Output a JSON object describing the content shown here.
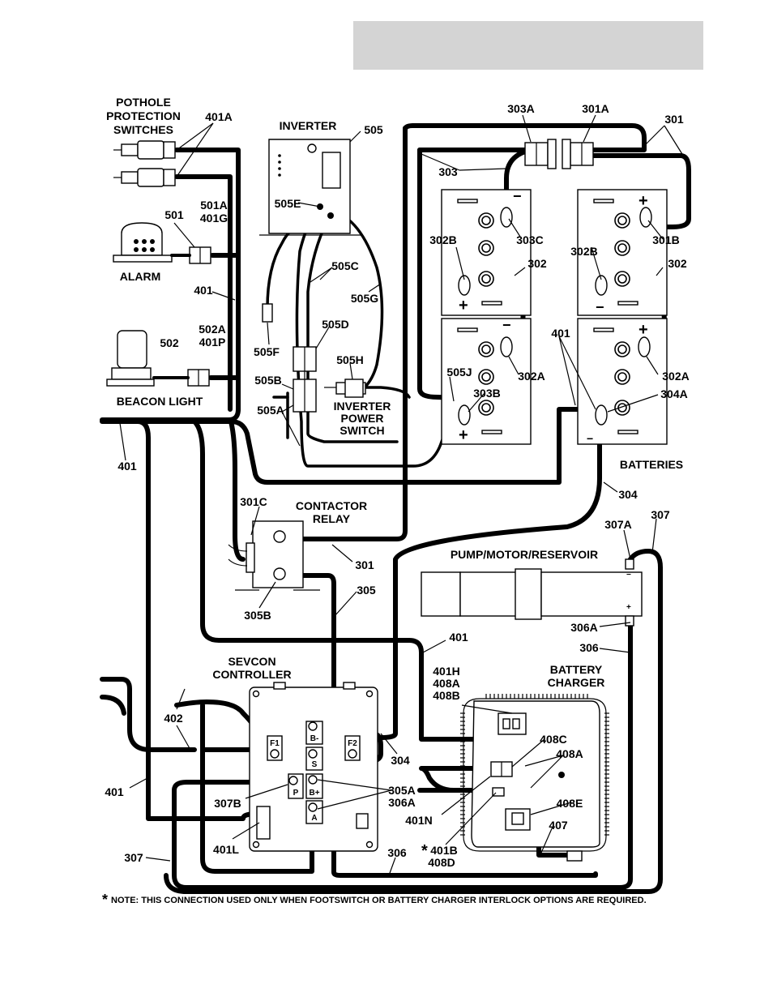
{
  "labels": {
    "pothole": [
      "POTHOLE",
      "PROTECTION",
      "SWITCHES"
    ],
    "inverter": "INVERTER",
    "alarm": "ALARM",
    "beacon": "BEACON LIGHT",
    "inverter_power_switch": [
      "INVERTER",
      "POWER",
      "SWITCH"
    ],
    "batteries": "BATTERIES",
    "contactor_relay": [
      "CONTACTOR",
      "RELAY"
    ],
    "pump": "PUMP/MOTOR/RESERVOIR",
    "sevcon": [
      "SEVCON",
      "CONTROLLER"
    ],
    "battery_charger": [
      "BATTERY",
      "CHARGER"
    ]
  },
  "callouts": {
    "c401A": "401A",
    "c505": "505",
    "c303A": "303A",
    "c301A": "301A",
    "c301": "301",
    "c501": "501",
    "c501A": "501A",
    "c401G": "401G",
    "c505E": "505E",
    "c303": "303",
    "c302B_l": "302B",
    "c303C": "303C",
    "c302_l": "302",
    "c302B_r": "302B",
    "c301B": "301B",
    "c302_r": "302",
    "c505C": "505C",
    "c401_a": "401",
    "c505G": "505G",
    "c502": "502",
    "c502A": "502A",
    "c401P": "401P",
    "c505D": "505D",
    "c505F": "505F",
    "c505H": "505H",
    "c401_b": "401",
    "c302A_l": "302A",
    "c302A_r": "302A",
    "c505B": "505B",
    "c505J": "505J",
    "c303B": "303B",
    "c304A": "304A",
    "c505A": "505A",
    "c401_c": "401",
    "c304": "304",
    "c301C": "301C",
    "c307": "307",
    "c307A": "307A",
    "c301_b": "301",
    "c305": "305",
    "c305B": "305B",
    "c306A": "306A",
    "c401_d": "401",
    "c306": "306",
    "c401H": "401H",
    "c408A": "408A",
    "c408B": "408B",
    "c402": "402",
    "c408C": "408C",
    "c304_b": "304",
    "c408A_b": "408A",
    "c401_e": "401",
    "c305A": "305A",
    "c306A_b": "306A",
    "c307B": "307B",
    "c401N": "401N",
    "c408E": "408E",
    "c401L": "401L",
    "c407": "407",
    "c307_b": "307",
    "c306_b": "306",
    "c401B": "401B",
    "c408D": "408D"
  },
  "terminals": {
    "f1": "F1",
    "b_minus": "B-",
    "f2": "F2",
    "s": "S",
    "p": "P",
    "b_plus": "B+",
    "a": "A"
  },
  "polarity": {
    "plus": "+",
    "minus": "−"
  },
  "note": {
    "star": "*",
    "text": "NOTE: THIS CONNECTION USED ONLY WHEN FOOTSWITCH OR BATTERY CHARGER INTERLOCK OPTIONS ARE REQUIRED."
  },
  "colors": {
    "ink": "#000000",
    "header_box": "#d4d4d4",
    "paper": "#ffffff"
  }
}
